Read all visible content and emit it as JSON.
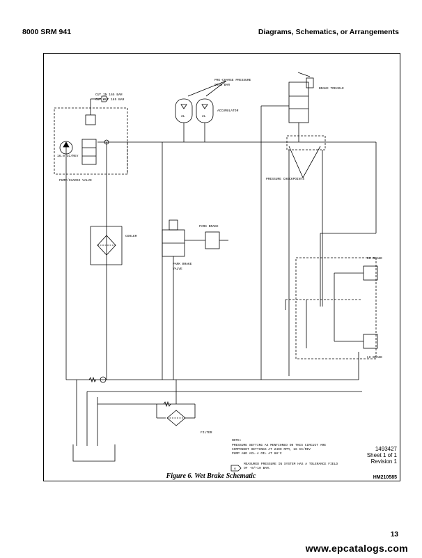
{
  "header": {
    "left": "8000 SRM 941",
    "right": "Diagrams, Schematics, or Arrangements"
  },
  "schematic": {
    "labels": {
      "cut_in": "CUT IN 165 BAR",
      "cut_out": "CUT OUT 185 BAR",
      "flag_a": "A",
      "pump_flow": "16.0 CC/REV",
      "pump_valve": "PUMP/CHARGE VALVE",
      "precharge_1": "PRE-CHARGE PRESSURE",
      "precharge_2": "90±5 BAR",
      "accumulator": "ACCUMULATOR",
      "acc_left": "2L",
      "acc_right": "2L",
      "brake_treadle": "BRAKE TREADLE",
      "pressure_check": "PRESSURE CHECKPOINTS",
      "cooler": "COOLER",
      "park_brake": "PARK BRAKE",
      "park_brake_valve_1": "PARK BRAKE",
      "park_brake_valve_2": "VALVE",
      "rh_brake": "RH BRAKE",
      "lh_brake": "LH BRAKE",
      "filter": "FILTER",
      "note_title": "NOTE:",
      "note_1": "PRESSURE SETTING AS MENTIONED ON THIS CIRCUIT ARE",
      "note_2": "COMPONENT SETTINGS AT 2400 RPM, 16 CC/REV",
      "note_3": "PUMP AND ACL-4 OIL AT 68°C",
      "note_a_flag": "A",
      "note_4": "MEASURED PRESSURE IN SYSTEM HAS A TOLERANCE FIELD",
      "note_5": "OF -0/+10 BAR."
    },
    "drawing_ref": {
      "number": "1493427",
      "sheet": "Sheet 1 of 1",
      "revision": "Revision 1",
      "code": "HM210585"
    }
  },
  "caption": "Figure 6.  Wet Brake Schematic",
  "page_number": "13",
  "footer_url": "www.epcatalogs.com"
}
